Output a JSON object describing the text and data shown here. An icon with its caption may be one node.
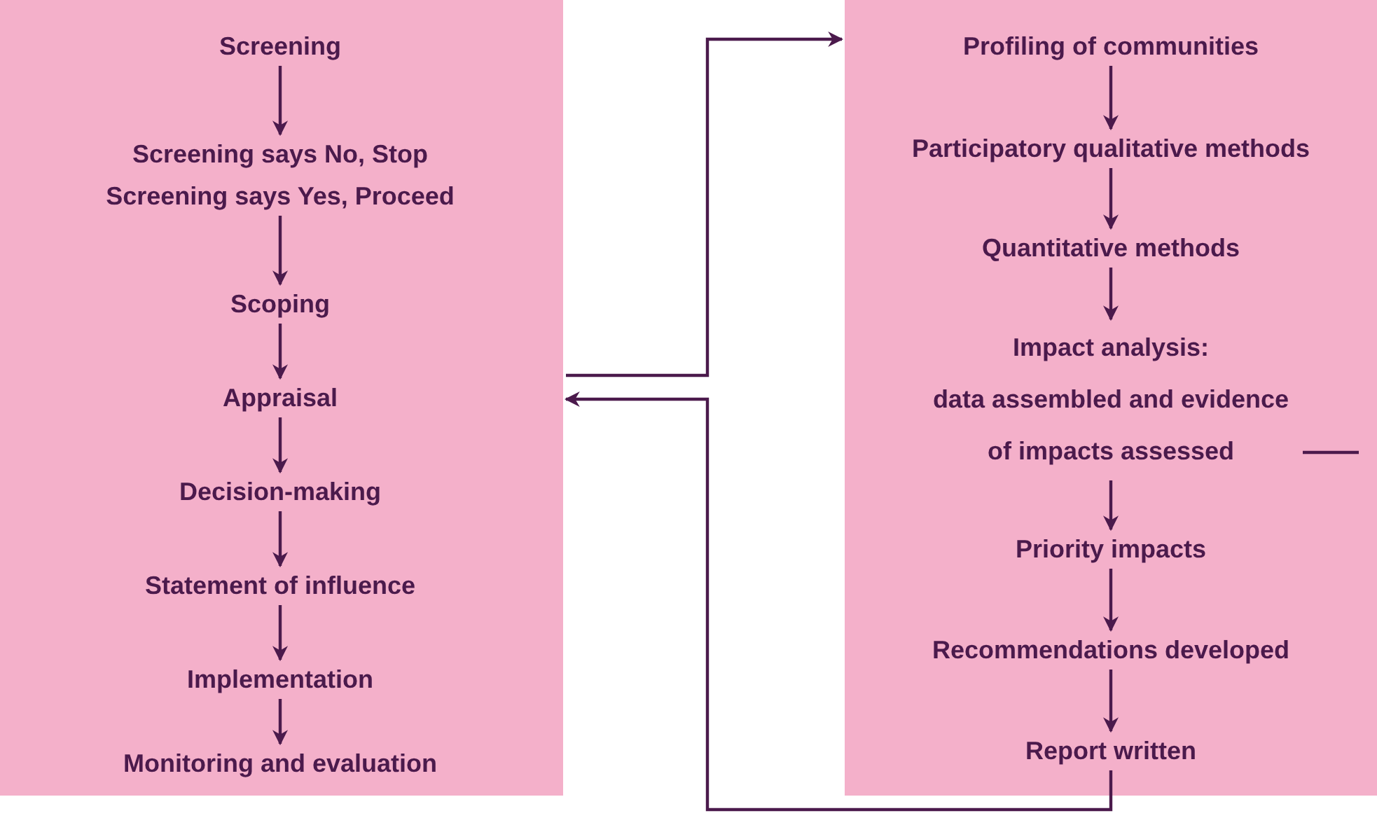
{
  "diagram": {
    "nodes": [
      {
        "text": [],
        "shape": "box"
      },
      {
        "text": [
          "Screening"
        ],
        "in": 0
      },
      {
        "text": [
          "Screening says No, Stop"
        ],
        "in": 0
      },
      {
        "text": [
          "Screening says Yes, Proceed"
        ],
        "in": 0
      },
      {
        "text": [
          "Scoping"
        ],
        "in": 0
      },
      {
        "text": [
          "Appraisal"
        ],
        "in": 0
      },
      {
        "text": [
          "Decision-making"
        ],
        "in": 0
      },
      {
        "text": [
          "Statement of influence"
        ],
        "in": 0
      },
      {
        "text": [
          "Implementation"
        ],
        "in": 0
      },
      {
        "text": [
          "Monitoring and evaluation"
        ],
        "in": 0
      },
      {
        "text": [],
        "shape": "box"
      },
      {
        "text": [
          "Profiling of communities"
        ],
        "in": 10
      },
      {
        "text": [
          "Participatory qualitative methods"
        ],
        "in": 10
      },
      {
        "text": [
          "Quantitative methods"
        ],
        "in": 10
      },
      {
        "text": [
          "Impact analysis:",
          "data assembled and evidence of impacts assessed"
        ],
        "in": 10
      },
      {
        "text": [
          "Priority impacts"
        ],
        "in": 10
      },
      {
        "text": [
          "Recommendations developed"
        ],
        "in": 10
      },
      {
        "text": [
          "Report written"
        ],
        "in": 10
      }
    ],
    "edges": [
      {
        "from": 1,
        "to": 2,
        "arrow": "to"
      },
      {
        "from": 3,
        "to": 4,
        "arrow": "to"
      },
      {
        "from": 4,
        "to": 5,
        "arrow": "to"
      },
      {
        "from": 5,
        "to": 6,
        "arrow": "to"
      },
      {
        "from": 6,
        "to": 7,
        "arrow": "to"
      },
      {
        "from": 7,
        "to": 8,
        "arrow": "to"
      },
      {
        "from": 8,
        "to": 9,
        "arrow": "to"
      },
      {
        "from": 11,
        "to": 12,
        "arrow": "to"
      },
      {
        "from": 12,
        "to": 13,
        "arrow": "to"
      },
      {
        "from": 13,
        "to": 14,
        "arrow": "to"
      },
      {
        "from": 14,
        "to": 15,
        "arrow": "to"
      },
      {
        "from": 15,
        "to": 16,
        "arrow": "to"
      },
      {
        "from": 16,
        "to": 17,
        "arrow": "to"
      },
      {
        "from": 0,
        "to": 10,
        "arrow": "to"
      },
      {
        "from": 17,
        "to": 0,
        "arrow": "to"
      },
      {
        "from": 14,
        "to": null,
        "arrow": "none"
      }
    ]
  }
}
